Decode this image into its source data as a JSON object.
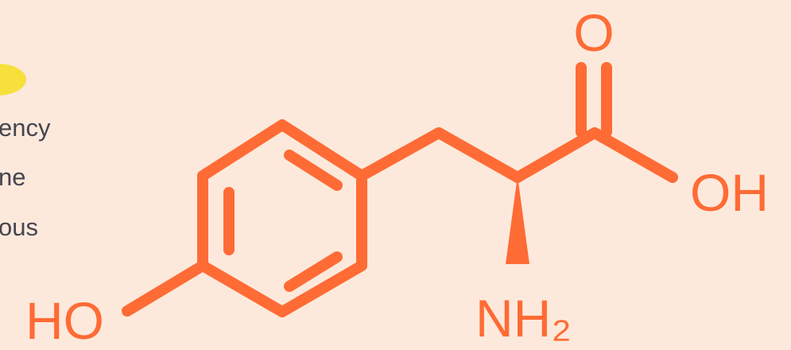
{
  "text_fragments": [
    "ency",
    "ne",
    "ous"
  ],
  "molecule": {
    "labels": {
      "hydroxyl_left": "HO",
      "carbonyl_oxygen": "O",
      "hydroxyl_right": "OH",
      "amine": "NH₂"
    },
    "bond_color": "#ff6b35"
  },
  "colors": {
    "background": "#fde9dc",
    "accent": "#ff6b35",
    "highlight": "#f7e03c",
    "text": "#45454f"
  }
}
